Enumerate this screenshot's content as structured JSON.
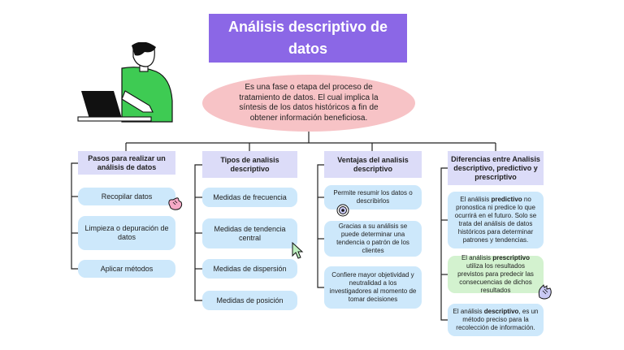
{
  "title": "Análisis descriptivo de datos",
  "definition": "Es una fase o etapa del proceso de tratamiento de datos. El cual implica la síntesis de los datos históricos a fin de obtener información beneficiosa.",
  "columns": [
    {
      "heading": "Pasos para realizar un análisis de datos",
      "items": [
        "Recopilar datos",
        "Limpieza o depuración de datos",
        "Aplicar métodos"
      ]
    },
    {
      "heading": "Tipos de analisis descriptivo",
      "items": [
        "Medidas de frecuencia",
        "Medidas de tendencia central",
        "Medidas de dispersión",
        "Medidas de posición"
      ]
    },
    {
      "heading": "Ventajas del analisis descriptivo",
      "items": [
        "Permite resumir los datos o describirlos",
        "Gracias a su análisis se puede determinar una tendencia o patrón de los clientes",
        "Confiere mayor objetividad y neutralidad a los investigadores al momento de tomar decisiones"
      ]
    },
    {
      "heading": "Diferencias entre Analisis descriptivo, predictivo y prescriptivo",
      "items": [
        {
          "pre": "El análisis ",
          "bold": "predictivo",
          "post": " no pronostica ni predice lo que ocurrirá en el futuro. Solo se trata del análisis de datos históricos para determinar patrones y tendencias."
        },
        {
          "pre": "El análisis ",
          "bold": "prescriptivo",
          "post": " utiliza los resultados previstos para predecir las consecuencias de dichos resultados"
        },
        {
          "pre": "El análisis ",
          "bold": "descriptivo",
          "post": ", es un método preciso para la recolección de información."
        }
      ]
    }
  ],
  "icons": [
    "person-laptop-illustration",
    "hand-pointer-icon",
    "cursor-arrow-icon",
    "target-icon",
    "clapping-hands-icon"
  ]
}
